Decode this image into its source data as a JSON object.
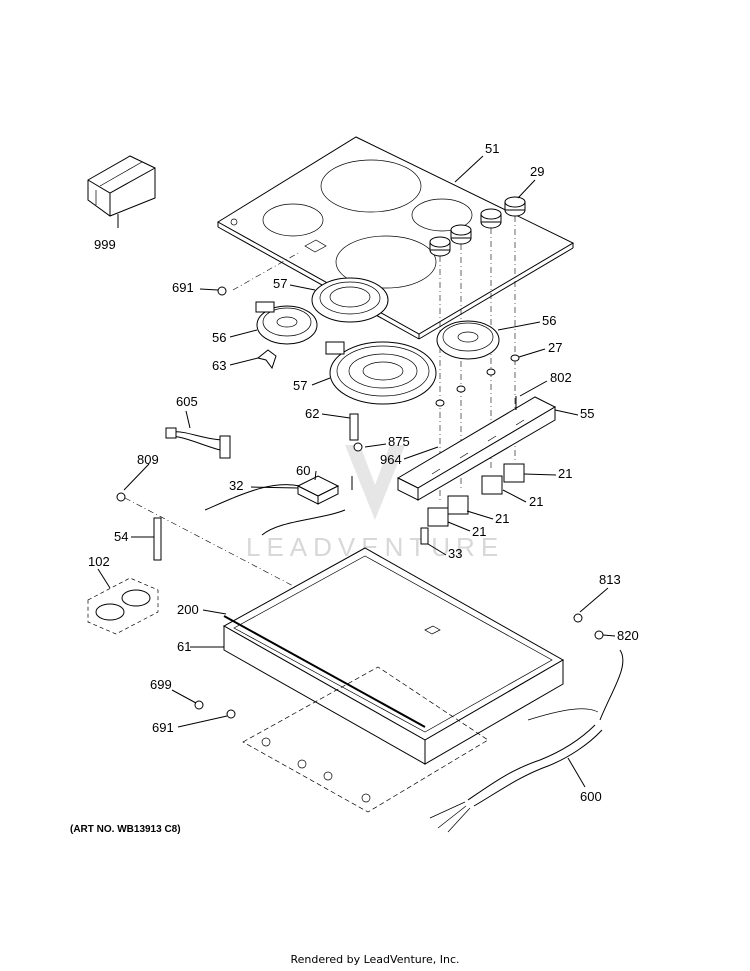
{
  "art_number": "(ART NO. WB13913 C8)",
  "footer": "Rendered by LeadVenture, Inc.",
  "watermark": "LEADVENTURE",
  "callouts": [
    {
      "id": "51",
      "text": "51"
    },
    {
      "id": "29",
      "text": "29"
    },
    {
      "id": "999",
      "text": "999"
    },
    {
      "id": "691a",
      "text": "691"
    },
    {
      "id": "57a",
      "text": "57"
    },
    {
      "id": "56a",
      "text": "56"
    },
    {
      "id": "56b",
      "text": "56"
    },
    {
      "id": "27",
      "text": "27"
    },
    {
      "id": "63",
      "text": "63"
    },
    {
      "id": "57b",
      "text": "57"
    },
    {
      "id": "802",
      "text": "802"
    },
    {
      "id": "605",
      "text": "605"
    },
    {
      "id": "62",
      "text": "62"
    },
    {
      "id": "55",
      "text": "55"
    },
    {
      "id": "875",
      "text": "875"
    },
    {
      "id": "964",
      "text": "964"
    },
    {
      "id": "809",
      "text": "809"
    },
    {
      "id": "60",
      "text": "60"
    },
    {
      "id": "21a",
      "text": "21"
    },
    {
      "id": "32",
      "text": "32"
    },
    {
      "id": "21b",
      "text": "21"
    },
    {
      "id": "21c",
      "text": "21"
    },
    {
      "id": "21d",
      "text": "21"
    },
    {
      "id": "54",
      "text": "54"
    },
    {
      "id": "33",
      "text": "33"
    },
    {
      "id": "102",
      "text": "102"
    },
    {
      "id": "813",
      "text": "813"
    },
    {
      "id": "200",
      "text": "200"
    },
    {
      "id": "820",
      "text": "820"
    },
    {
      "id": "61",
      "text": "61"
    },
    {
      "id": "699",
      "text": "699"
    },
    {
      "id": "691b",
      "text": "691"
    },
    {
      "id": "600",
      "text": "600"
    }
  ]
}
